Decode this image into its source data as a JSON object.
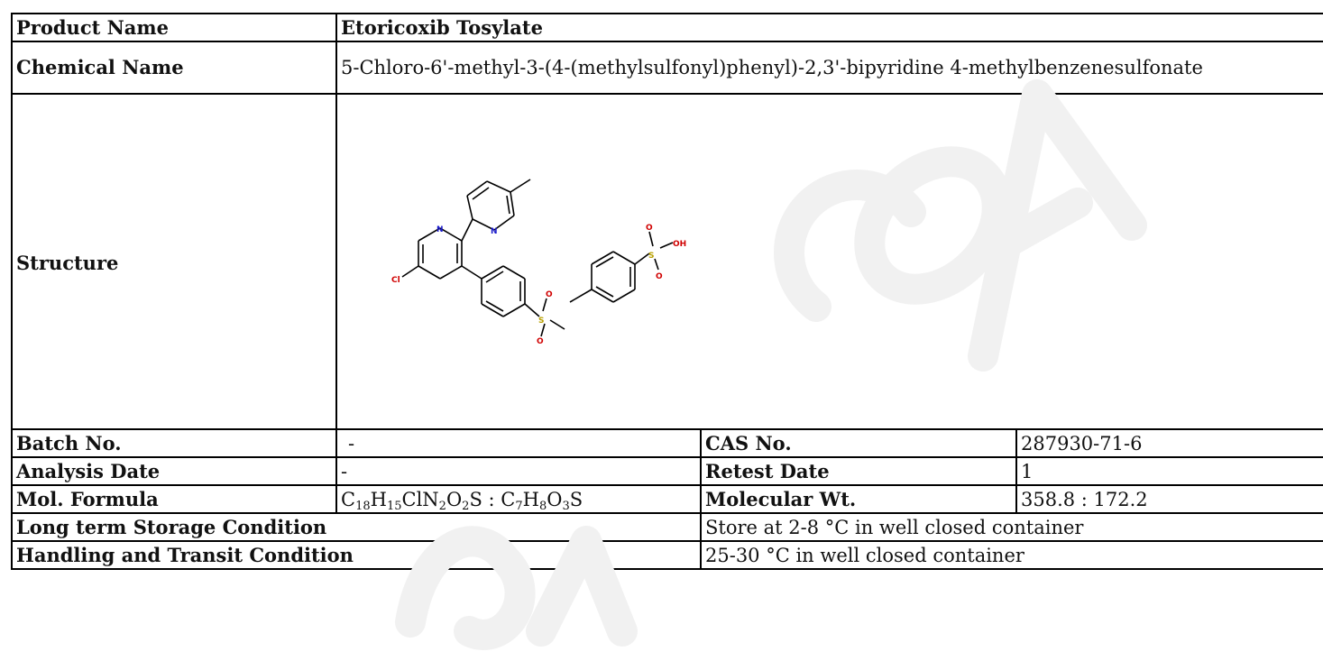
{
  "product": {
    "label": "Product Name",
    "value": "Etoricoxib Tosylate"
  },
  "chemical": {
    "label": "Chemical Name",
    "value": "5-Chloro-6'-methyl-3-(4-(methylsulfonyl)phenyl)-2,3'-bipyridine 4-methylbenzenesulfonate"
  },
  "structure": {
    "label": "Structure",
    "atoms": {
      "n1": "N",
      "n2": "N",
      "cl": "Cl",
      "s1": "S",
      "o1": "O",
      "o2": "O",
      "s2": "S",
      "o3": "O",
      "o4": "O",
      "oh": "OH"
    }
  },
  "batch": {
    "label": "Batch No.",
    "value": "-"
  },
  "cas": {
    "label": "CAS No.",
    "value": "287930-71-6"
  },
  "analysis": {
    "label": "Analysis Date",
    "value": "-"
  },
  "retest": {
    "label": "Retest Date",
    "value": "1"
  },
  "formula": {
    "label": "Mol. Formula",
    "parts": [
      "C",
      "18",
      "H",
      "15",
      "ClN",
      "2",
      "O",
      "2",
      "S : C",
      "7",
      "H",
      "8",
      "O",
      "3",
      "S"
    ]
  },
  "molwt": {
    "label": "Molecular Wt.",
    "value": "358.8 : 172.2"
  },
  "storage": {
    "label": "Long term Storage Condition",
    "value": "Store at 2-8 °C in well closed container"
  },
  "handling": {
    "label": "Handling and Transit Condition",
    "value": "25-30 °C in well closed container"
  },
  "colors": {
    "atom_N": "#1a1acc",
    "atom_O": "#d00000",
    "atom_S": "#b8a000",
    "atom_Cl": "#d00000",
    "watermark": "#f1f1f1"
  }
}
